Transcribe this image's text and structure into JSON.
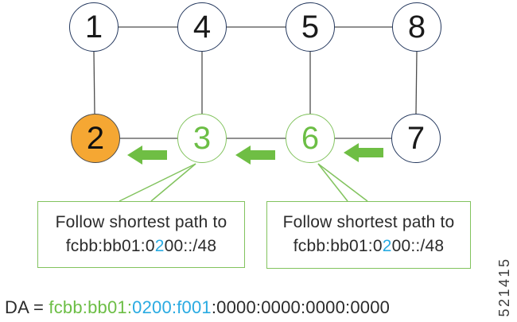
{
  "diagram": {
    "nodes": [
      {
        "id": "1",
        "label": "1",
        "style": "plain"
      },
      {
        "id": "4",
        "label": "4",
        "style": "plain"
      },
      {
        "id": "5",
        "label": "5",
        "style": "plain"
      },
      {
        "id": "8",
        "label": "8",
        "style": "plain"
      },
      {
        "id": "2",
        "label": "2",
        "style": "orange-filled"
      },
      {
        "id": "3",
        "label": "3",
        "style": "green-outline"
      },
      {
        "id": "6",
        "label": "6",
        "style": "green-outline"
      },
      {
        "id": "7",
        "label": "7",
        "style": "plain"
      }
    ],
    "links": [
      "1-4",
      "4-5",
      "5-8",
      "1-2",
      "4-3",
      "5-6",
      "8-7",
      "2-3",
      "3-6",
      "6-7"
    ],
    "arrows": [
      {
        "direction": "left",
        "between": "3-2"
      },
      {
        "direction": "left",
        "between": "6-3"
      },
      {
        "direction": "left",
        "between": "7-6"
      }
    ]
  },
  "callouts": [
    {
      "from_node": "3",
      "line1": "Follow shortest path to",
      "line2_prefix": "fcbb:bb01:0",
      "line2_highlight": "2",
      "line2_suffix": "00::/48"
    },
    {
      "from_node": "6",
      "line1": "Follow shortest path to",
      "line2_prefix": "fcbb:bb01:0",
      "line2_highlight": "2",
      "line2_suffix": "00::/48"
    }
  ],
  "da_line": {
    "label": "DA = ",
    "green_part": "fcbb:bb01:",
    "blue_part": "0200:f001",
    "black_part": ":0000:0000:0000:0000"
  },
  "figure_number": "521415",
  "colors": {
    "orange": "#F5A733",
    "green": "#6CBE45",
    "green_border": "#82C35E",
    "cyan": "#29ABE2",
    "navy": "#24385E",
    "link_gray": "#4d4d4d"
  }
}
